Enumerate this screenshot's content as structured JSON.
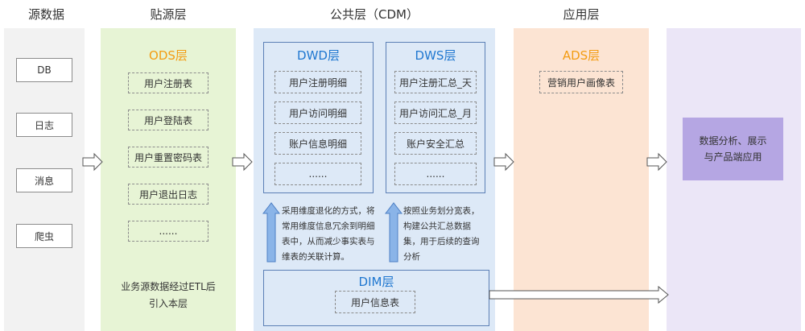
{
  "headers": {
    "source": "源数据",
    "ods_layer": "贴源层",
    "cdm_layer": "公共层（CDM）",
    "app_layer": "应用层"
  },
  "source": {
    "items": [
      "DB",
      "日志",
      "消息",
      "爬虫"
    ]
  },
  "ods": {
    "title": "ODS层",
    "items": [
      "用户注册表",
      "用户登陆表",
      "用户重置密码表",
      "用户退出日志",
      "......"
    ],
    "note_line1": "业务源数据经过ETL后",
    "note_line2": "引入本层"
  },
  "dwd": {
    "title": "DWD层",
    "items": [
      "用户注册明细",
      "用户访问明细",
      "账户信息明细",
      "......"
    ]
  },
  "dws": {
    "title": "DWS层",
    "items": [
      "用户注册汇总_天",
      "用户访问汇总_月",
      "账户安全汇总",
      "......"
    ]
  },
  "dwd_note": [
    "采用维度退化的方式，将",
    "常用维度信息冗余到明细",
    "表中，从而减少事实表与",
    "维表的关联计算。"
  ],
  "dws_note": [
    "按照业务划分宽表，",
    "构建公共汇总数据",
    "集，用于后续的查询",
    "分析"
  ],
  "dim": {
    "title": "DIM层",
    "item": "用户信息表"
  },
  "ads": {
    "title": "ADS层",
    "item": "营销用户画像表"
  },
  "output": {
    "line1": "数据分析、展示",
    "line2": "与产品端应用"
  },
  "colors": {
    "source_bg": "#f2f2f2",
    "ods_bg": "#e7f4d5",
    "cdm_bg": "#dde9f7",
    "ads_bg": "#fce4d3",
    "app_bg": "#ebe6f7",
    "output_box": "#b5a6e3",
    "blue_title": "#1f77d0",
    "orange_title": "#f39c12",
    "arrow_fill": "#8ab4e8"
  }
}
